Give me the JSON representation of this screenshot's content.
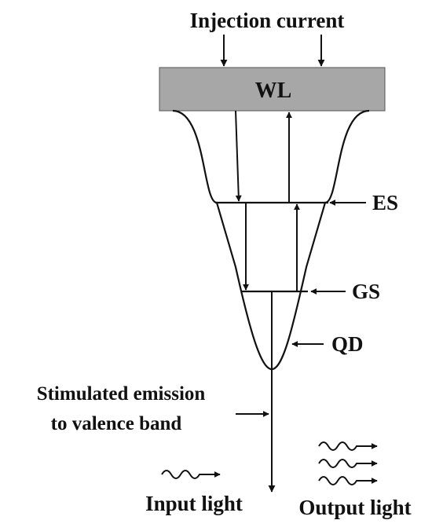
{
  "title": "Injection current",
  "wetting_layer": {
    "label": "WL",
    "fill": "#a7a7a7"
  },
  "levels": {
    "es_label": "ES",
    "gs_label": "GS",
    "qd_label": "QD"
  },
  "emission_label_line1": "Stimulated emission",
  "emission_label_line2": "to valence band",
  "input_light_label": "Input light",
  "output_light_label": "Output light",
  "colors": {
    "ink": "#111111",
    "background": "#ffffff"
  }
}
